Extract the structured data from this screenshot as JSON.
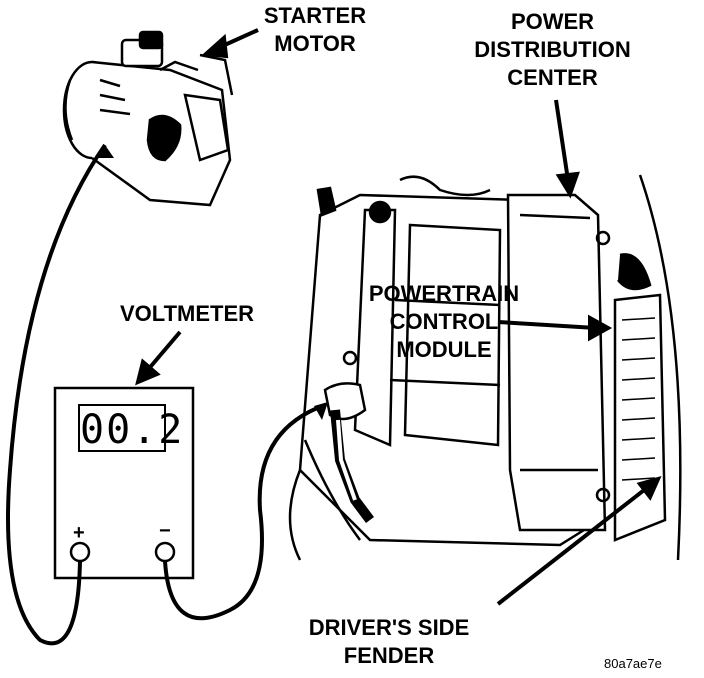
{
  "labels": {
    "starter_motor": [
      "STARTER",
      "MOTOR"
    ],
    "power_distribution_center": [
      "POWER",
      "DISTRIBUTION",
      "CENTER"
    ],
    "voltmeter": "VOLTMETER",
    "powertrain_control_module": [
      "POWERTRAIN",
      "CONTROL",
      "MODULE"
    ],
    "drivers_side_fender": [
      "DRIVER'S SIDE",
      "FENDER"
    ]
  },
  "voltmeter": {
    "reading": "00.2",
    "positive_terminal": "+",
    "negative_terminal": "−"
  },
  "figure_code": "80a7ae7e"
}
